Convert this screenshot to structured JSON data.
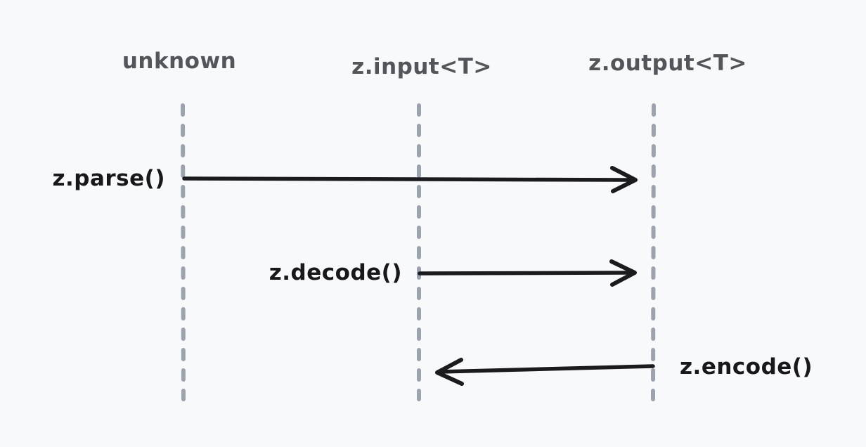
{
  "diagram": {
    "type": "sequence",
    "lifelines": [
      {
        "id": "unknown",
        "label": "unknown"
      },
      {
        "id": "z-input",
        "label": "z.input<T>"
      },
      {
        "id": "z-output",
        "label": "z.output<T>"
      }
    ],
    "messages": [
      {
        "id": "parse",
        "label": "z.parse()",
        "from": "unknown",
        "to": "z-output",
        "direction": "right",
        "label_side": "left"
      },
      {
        "id": "decode",
        "label": "z.decode()",
        "from": "z-input",
        "to": "z-output",
        "direction": "right",
        "label_side": "left"
      },
      {
        "id": "encode",
        "label": "z.encode()",
        "from": "z-output",
        "to": "z-input",
        "direction": "left",
        "label_side": "right"
      }
    ],
    "colors": {
      "background": "#f8f9fb",
      "lifeline": "#9ca3af",
      "lifeline_label": "#54555b",
      "arrow": "#1b1b1f",
      "message_label": "#18181c"
    }
  }
}
